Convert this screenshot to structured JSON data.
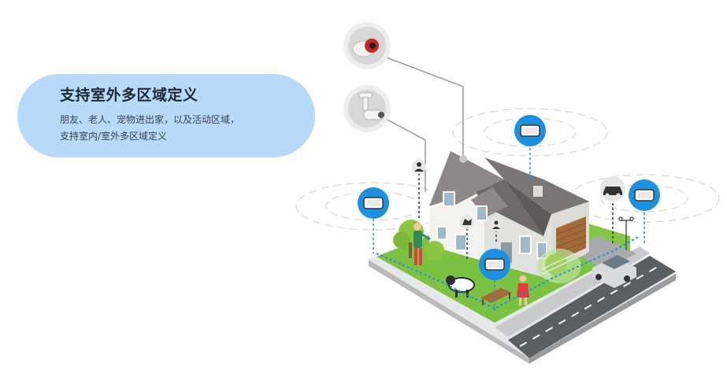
{
  "card": {
    "title": "支持室外多区域定义",
    "desc_line1": "朋友、老人、宠物进出家，以及活动区域，",
    "desc_line2": "支持室内/室外多区域定义"
  },
  "colors": {
    "card_bg": "#b7dafb",
    "sensor_blue": "#1e90e0",
    "lawn_green": "#7cc242",
    "road_gray": "#5b5e63",
    "roof_gray": "#7b7676",
    "wall_white": "#f2f2ef",
    "garage_brown": "#a56a3a"
  },
  "icons": [
    "camera-icon",
    "floodlight-icon",
    "radar-sensor-icon",
    "person-pin-icon",
    "pet-pin-icon",
    "car-pin-icon"
  ]
}
